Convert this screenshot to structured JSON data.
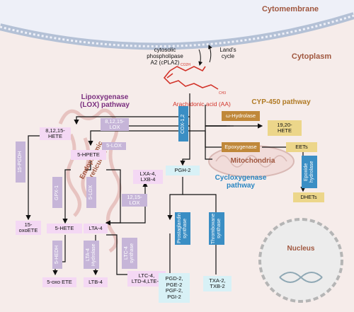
{
  "compartments": {
    "cytomembrane": "Cytomembrane",
    "cytoplasm": "Cytoplasm",
    "er": "Endoplasmic\nreticulum",
    "mitochondria": "Mitochondria",
    "nucleus": "Nucleus"
  },
  "top": {
    "cpla2": "cytosolic\nphospholipase\nA2 (cPLA2)",
    "lands": "Land's\ncycle",
    "aa": "Arachidonic acid (AA)",
    "co2h": "CO2H",
    "ch3": "CH3"
  },
  "lox": {
    "title": "Lipoxygenase\n(LOX) pathway",
    "hete_8_12_15": "8,12,15-\nHETE",
    "lox_8_12_15": "8,12,15-\nLOX",
    "lox5": "5-LOX",
    "hpete5": "5-HPETE",
    "pgdh15": "15-PGDH",
    "oxoete15": "15-\noxoETE",
    "gpx1": "GPX-1",
    "lox5b": "5-LOX",
    "lox12_15": "12,15-\nLOX",
    "lxa": "LXA-4,\nLXB-4",
    "hete5": "5-HETE",
    "lta4": "LTA-4",
    "hedh5": "5-HEDH",
    "lta4h": "LTA-4\nHydrolase",
    "ltc4s": "LTC-4\nsynthase",
    "oxoete5": "5-oxo ETE",
    "ltb4": "LTB-4",
    "ltc4": "LTC-4,\nLTD-4,LTE-4"
  },
  "cox": {
    "cox12": "COX-1,2",
    "pgh2": "PGH-2",
    "title": "Cycloxygenase\npathway",
    "pgsynth": "Prostaglandin\nsynthase",
    "txsynth": "Thromboxane\nsynthase",
    "pgs": "PGD-2,\nPGE-2\nPGF-2,\nPGI-2",
    "txs": "TXA-2,\nTXB-2"
  },
  "cyp": {
    "title": "CYP-450 pathway",
    "whydrolase": "ω-Hydrolase",
    "hete1920": "19,20-\nHETE",
    "epoxygenase": "Epoxygenase",
    "eets": "EETs",
    "epoxide": "Epoxide\nhydrolase",
    "dhets": "DHETs"
  },
  "colors": {
    "background": "#f6ecea",
    "membrane": "#9fb0c8",
    "lox_product": "#f4d8f4",
    "lox_enzyme": "#c6b5d8",
    "cox_product": "#d8f1f6",
    "cox_enzyme": "#3a8ec4",
    "cyp_enzyme": "#c0883a",
    "cyp_product": "#ecd68a"
  }
}
